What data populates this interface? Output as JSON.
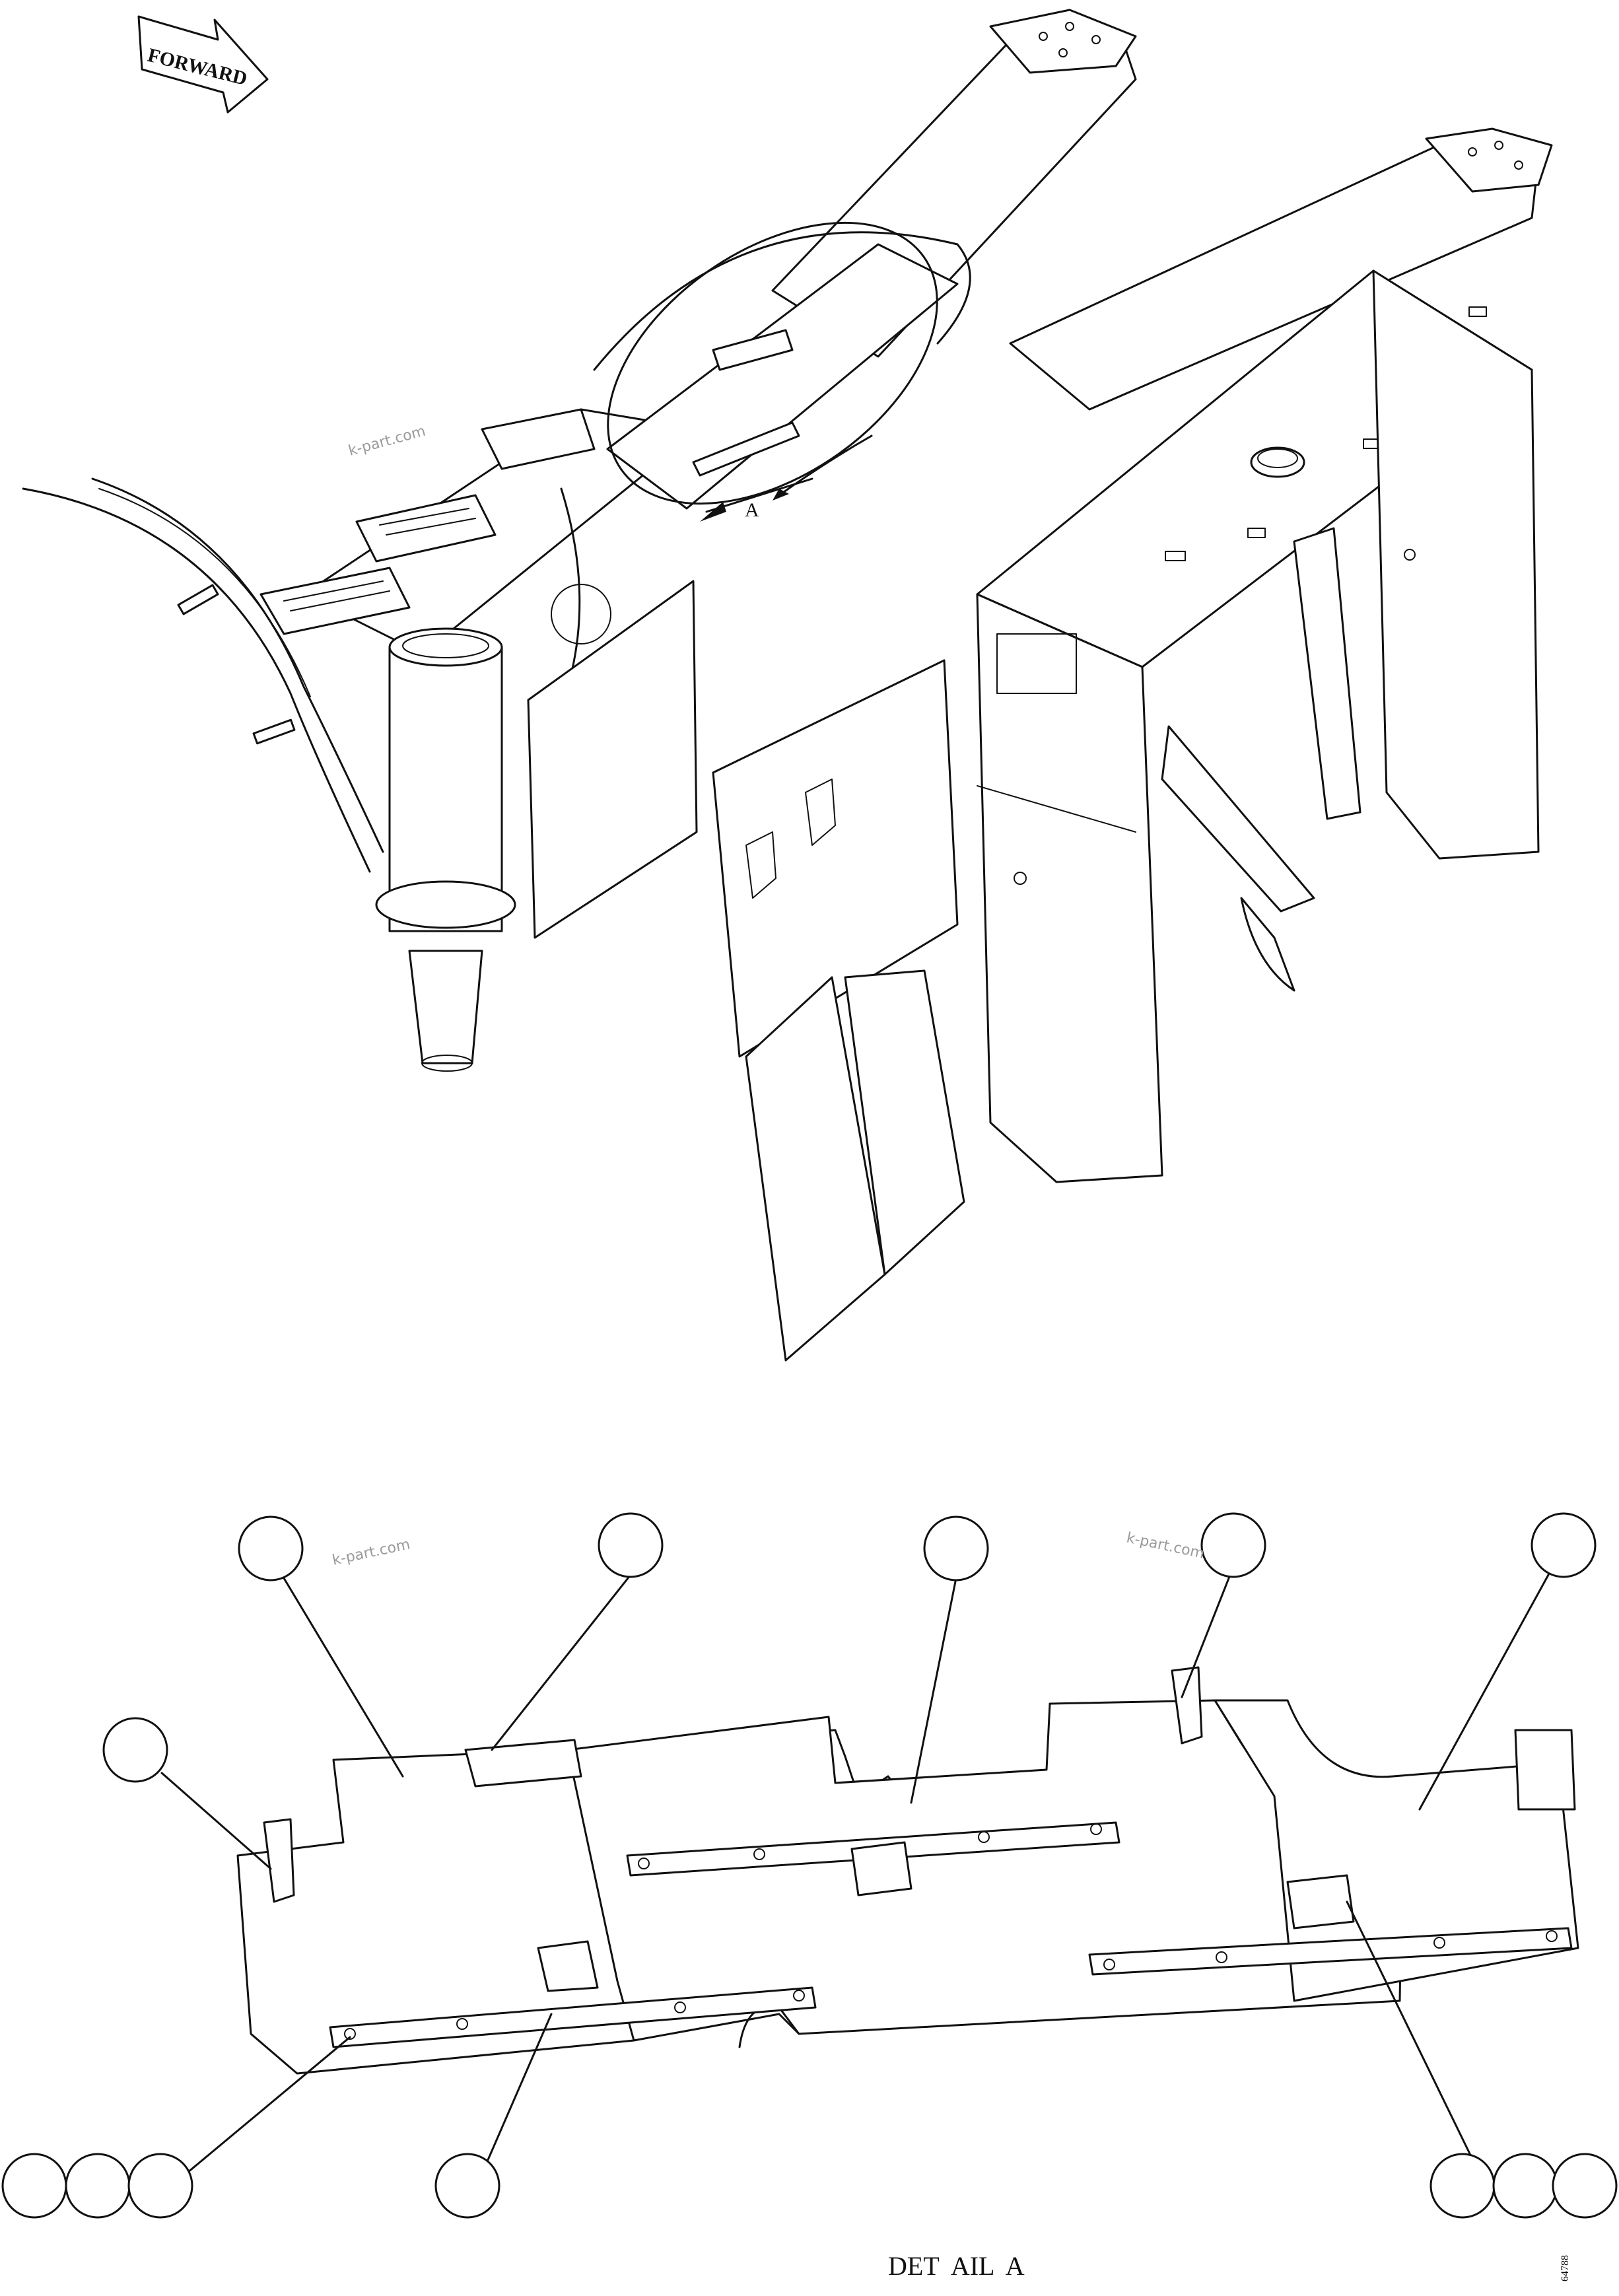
{
  "forward_arrow": {
    "label": "FORWARD"
  },
  "view_marker": {
    "label": "A"
  },
  "detail_title": "DET  AIL  A",
  "watermarks": [
    "k-part.com",
    "k-part.com",
    "k-part.com"
  ],
  "drawing_id": "64788",
  "callout_balloons": {
    "count": 13,
    "labels": ""
  }
}
